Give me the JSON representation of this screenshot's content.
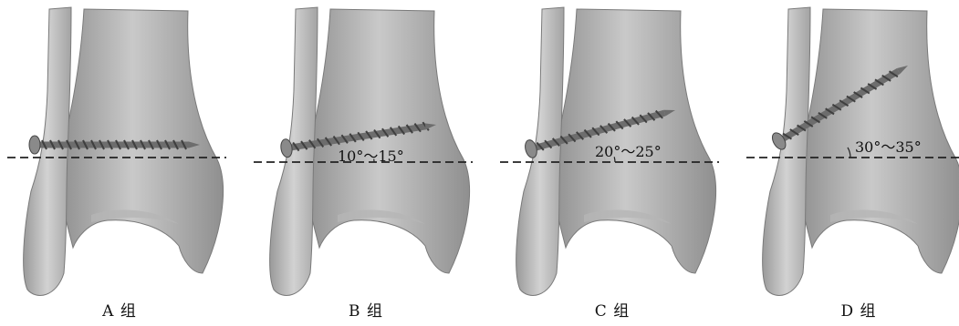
{
  "panels": [
    {
      "caption": "A 组",
      "angle_label": ""
    },
    {
      "caption": "B 组",
      "angle_label": "10°～15°"
    },
    {
      "caption": "C 组",
      "angle_label": "20°～25°"
    },
    {
      "caption": "D 组",
      "angle_label": "30°～35°"
    }
  ],
  "colors": {
    "bone_light": "#c9c9c9",
    "bone_dark": "#8f8f8f",
    "screw": "#6d6d6d",
    "reference_line": "#222222"
  }
}
